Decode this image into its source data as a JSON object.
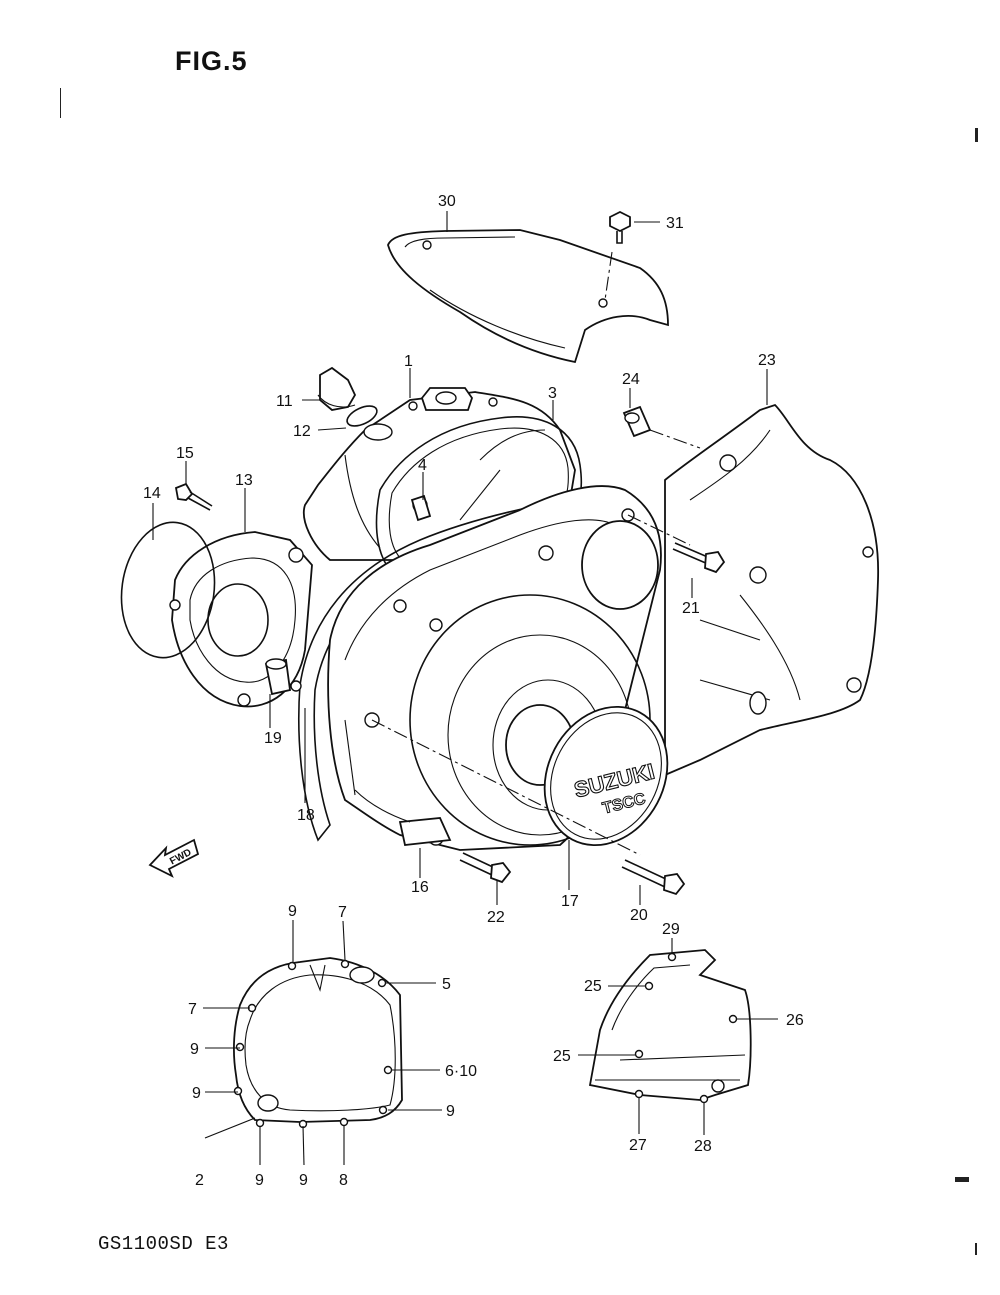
{
  "figure": {
    "title": "FIG.5",
    "model": "GS1100SD E3"
  },
  "badge": {
    "brand": "SUZUKI",
    "sub": "TSCC",
    "fwd": "FWD"
  },
  "callouts": {
    "c1": "1",
    "c2": "2",
    "c3": "3",
    "c4": "4",
    "c5": "5",
    "c6_10": "6·10",
    "c7a": "7",
    "c7b": "7",
    "c8": "8",
    "c9a": "9",
    "c9b": "9",
    "c9c": "9",
    "c9d": "9",
    "c9e": "9",
    "c9f": "9",
    "c11": "11",
    "c12": "12",
    "c13": "13",
    "c14": "14",
    "c15": "15",
    "c16": "16",
    "c17": "17",
    "c18": "18",
    "c19": "19",
    "c20": "20",
    "c21": "21",
    "c22": "22",
    "c23": "23",
    "c24": "24",
    "c25a": "25",
    "c25b": "25",
    "c26": "26",
    "c27": "27",
    "c28": "28",
    "c29": "29",
    "c30": "30",
    "c31": "31"
  }
}
